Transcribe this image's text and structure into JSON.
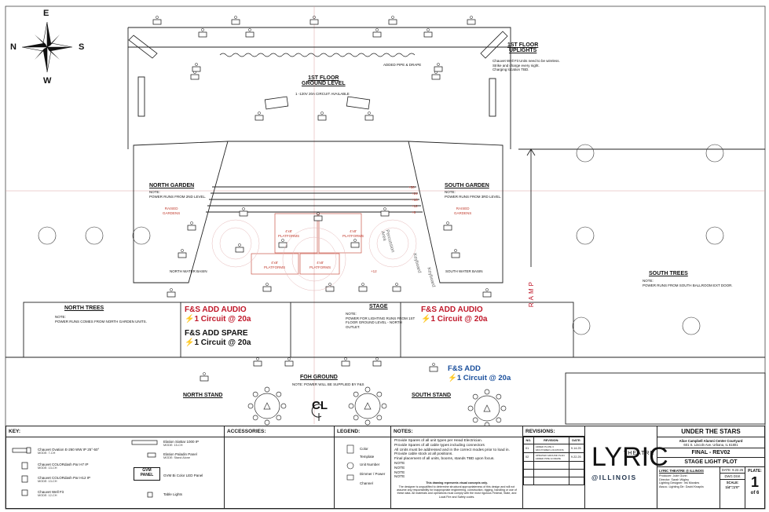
{
  "compass": {
    "n": "N",
    "e": "E",
    "s": "S",
    "w": "W"
  },
  "areas": {
    "first_floor_ground": "1ST FLOOR\nGROUND LEVEL",
    "first_floor_ground_note": "1 -120V 20A CIRCUIT AVAILABLE",
    "first_floor_uplights": "1ST FLOOR\nUPLIGHTS",
    "uplights_note": "Chauvet Well Fit Units need to be wireless.\nStrike and charge every night.\nCharging location TBD.",
    "pipe_drape": "ADDED PIPE & DRAPE",
    "north_garden": "NORTH GARDEN",
    "north_garden_note": "NOTE:\nPOWER RUNS FROM 2ND LEVEL.",
    "raised_gardens_n": "RAISED\nGARDENS",
    "south_garden": "SOUTH GARDEN",
    "south_garden_note": "NOTE:\nPOWER RUNS FROM 3RD LEVEL.",
    "raised_gardens_s": "RAISED\nGARDENS",
    "north_trees": "NORTH TREES",
    "north_trees_note": "NOTE:\nPOWER RUNS COMES FROM NORTH GARDEN UNITS.",
    "south_trees": "SOUTH TREES",
    "south_trees_note": "NOTE:\nPOWER RUNS FROM SOUTH BALLROOM EXT DOOR.",
    "stage": "STAGE",
    "stage_note": "NOTE:\nPOWER FOR LIGHTING RUNS FROM 1ST\nFLOOR GROUND LEVEL - NORTH\nOUTLET.",
    "foh_ground": "FOH GROUND",
    "foh_note": "NOTE: POWER WILL BE SUPPLIED BY F&S",
    "north_stand": "NORTH STAND",
    "south_stand": "SOUTH STAND",
    "ramp": "RAMP",
    "platform_4x8": "4'x8'\nPLATFORMS",
    "percussion": "Percussion\nArea",
    "keyboard": "Keyboard",
    "keyboard2": "Keyboard",
    "centerline": "CL",
    "north_water": "NORTH WATER BASIN",
    "south_water": "SOUTH WATER BASIN",
    "step_labels": [
      "+30",
      "+24",
      "+18",
      "+12",
      "+6"
    ],
    "plus12": "+12"
  },
  "callouts": {
    "fs_audio_left": "F&S ADD AUDIO",
    "fs_audio_left_circuit": "1 Circuit @ 20a",
    "fs_spare": "F&S ADD SPARE",
    "fs_spare_circuit": "1 Circuit @ 20a",
    "fs_audio_right": "F&S ADD AUDIO",
    "fs_audio_right_circuit": "1 Circuit @ 20a",
    "fs_add_blue": "F&S ADD",
    "fs_add_blue_circuit": "1 Circuit @ 20a"
  },
  "titleblock": {
    "key_head": "KEY:",
    "key_items": [
      {
        "name": "Chauvet Ovation E-260 WW IP 25°-50°",
        "mode": "MODE: 7-CH"
      },
      {
        "name": "Chauvet COLORdash Par H7 IP",
        "mode": "MODE: 13-CH"
      },
      {
        "name": "Chauvet COLORdash Par H12 IP",
        "mode": "MODE: 13-CH"
      },
      {
        "name": "Chauvet Well Fit",
        "mode": "MODE: 12-CH"
      },
      {
        "name": "Elation SixBar 1000 IP",
        "mode": "MODE: 15-CH"
      },
      {
        "name": "Elation Paladin Panel",
        "mode": "MODE: Stand Alone"
      },
      {
        "name": "GVM Bi Color LED Panel",
        "mode": ""
      },
      {
        "name": "Table Lights",
        "mode": ""
      }
    ],
    "gvm_badge": "GVM\nPANEL",
    "accessories_head": "ACCESSORIES:",
    "legend_head": "LEGEND:",
    "legend_items": [
      "Color",
      "Template",
      "Unit Number",
      "Dimmer / Power",
      "Channel"
    ],
    "notes_head": "NOTES:",
    "notes_lines": [
      "Provide Spares of all unit types per Head Electrician.",
      "Provide Spares of all cable types including connectors",
      "All Units must be addressed and in the correct modes prior to load in.",
      "Provide cable stock at all positions.",
      "Final placement of all units, booms, stands TBD upon focus.",
      "NOTE",
      "NOTE",
      "NOTE",
      "NOTE"
    ],
    "notes_disclaimer": "This drawing represents visual concepts only.",
    "notes_fine": "The designer is unqualified to determine structural appropriateness of this design and will not assume any responsibility for inappropriate engineering, construction, rigging, handling or use of these data. All materials and operations must comply with the most rigorous Federal, State, and Local Fire and Safety codes.",
    "revisions_head": "REVISIONS:",
    "rev_cols": [
      "NO.",
      "REVISION:",
      "DATE:"
    ],
    "rev_rows": [
      {
        "no": "01",
        "rev": "ADDED PLATE 3\nF&S POWER LOCATIONS",
        "date": "9.14.25"
      },
      {
        "no": "02",
        "rev": "UPDATED GROUND PLAN\nADDED PIPE & DRAPE",
        "date": "9.22.25"
      }
    ],
    "logo_main": "LYRIC",
    "logo_theatre": "THEATRE",
    "logo_illinois": "@ILLINOIS",
    "show_title": "UNDER THE STARS",
    "venue": "Alice Campbell Alumni Center Courtyard",
    "address": "601 S. Lincoln Ave. Urbana, IL 61801",
    "version": "FINAL - REV02",
    "sheet_title": "STAGE LIGHT PLOT",
    "org": "LYRIC THEATRE @ ILLINOIS",
    "credits": [
      "Producer: Julie Gunn",
      "Director: Sarah Wigley",
      "Lighting Designer: Iris Morales",
      "Assoc. Lighting Dir: David Knapfa"
    ],
    "date_label": "DATE:",
    "date_value": "9.22.25",
    "plate_label": "PLATE:",
    "plate_number": "1",
    "plate_of": "of 6",
    "dwg_label": "DWG DSK",
    "scale_label": "SCALE:",
    "scale_value": "1/4\"=1'0\""
  }
}
